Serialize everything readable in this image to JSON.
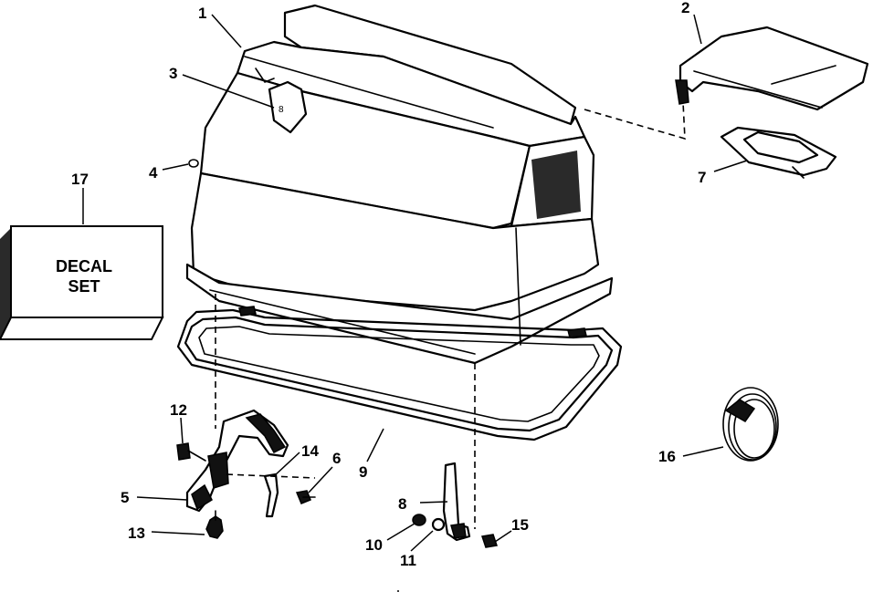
{
  "decal_box": {
    "line1": "DECAL",
    "line2": "SET"
  },
  "callouts": [
    {
      "id": "1",
      "part": "engine-cover"
    },
    {
      "id": "2",
      "part": "rear-cover"
    },
    {
      "id": "3",
      "part": "nameplate"
    },
    {
      "id": "4",
      "part": "rivet"
    },
    {
      "id": "5",
      "part": "front-latch-bracket"
    },
    {
      "id": "6",
      "part": "screw"
    },
    {
      "id": "7",
      "part": "air-intake-grommet"
    },
    {
      "id": "8",
      "part": "rear-latch"
    },
    {
      "id": "9",
      "part": "cover-seal"
    },
    {
      "id": "10",
      "part": "washer"
    },
    {
      "id": "11",
      "part": "lock-washer"
    },
    {
      "id": "12",
      "part": "clip"
    },
    {
      "id": "13",
      "part": "bumper"
    },
    {
      "id": "14",
      "part": "latch-spring"
    },
    {
      "id": "15",
      "part": "bolt"
    },
    {
      "id": "16",
      "part": "cable-assembly"
    },
    {
      "id": "17",
      "part": "decal-set"
    }
  ]
}
